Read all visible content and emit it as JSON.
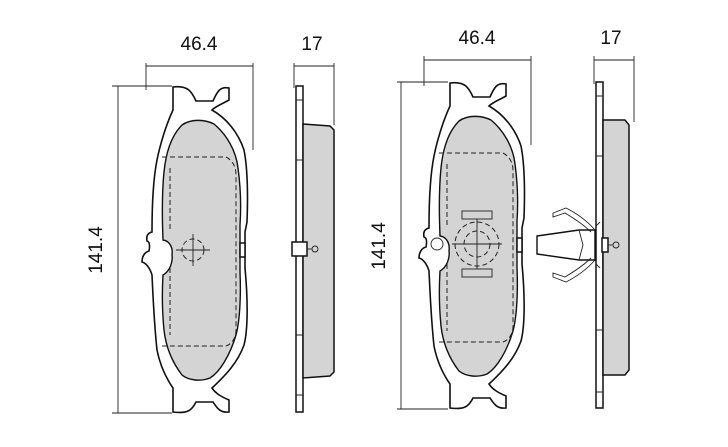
{
  "colors": {
    "friction_fill": "#d4d4d4",
    "line": "#111111"
  },
  "pads": [
    {
      "width_label": "46.4",
      "height_label": "141.4",
      "thickness_label": "17",
      "has_center_marking": false,
      "has_clip": false
    },
    {
      "width_label": "46.4",
      "height_label": "141.4",
      "thickness_label": "17",
      "has_center_marking": true,
      "has_clip": true
    }
  ]
}
